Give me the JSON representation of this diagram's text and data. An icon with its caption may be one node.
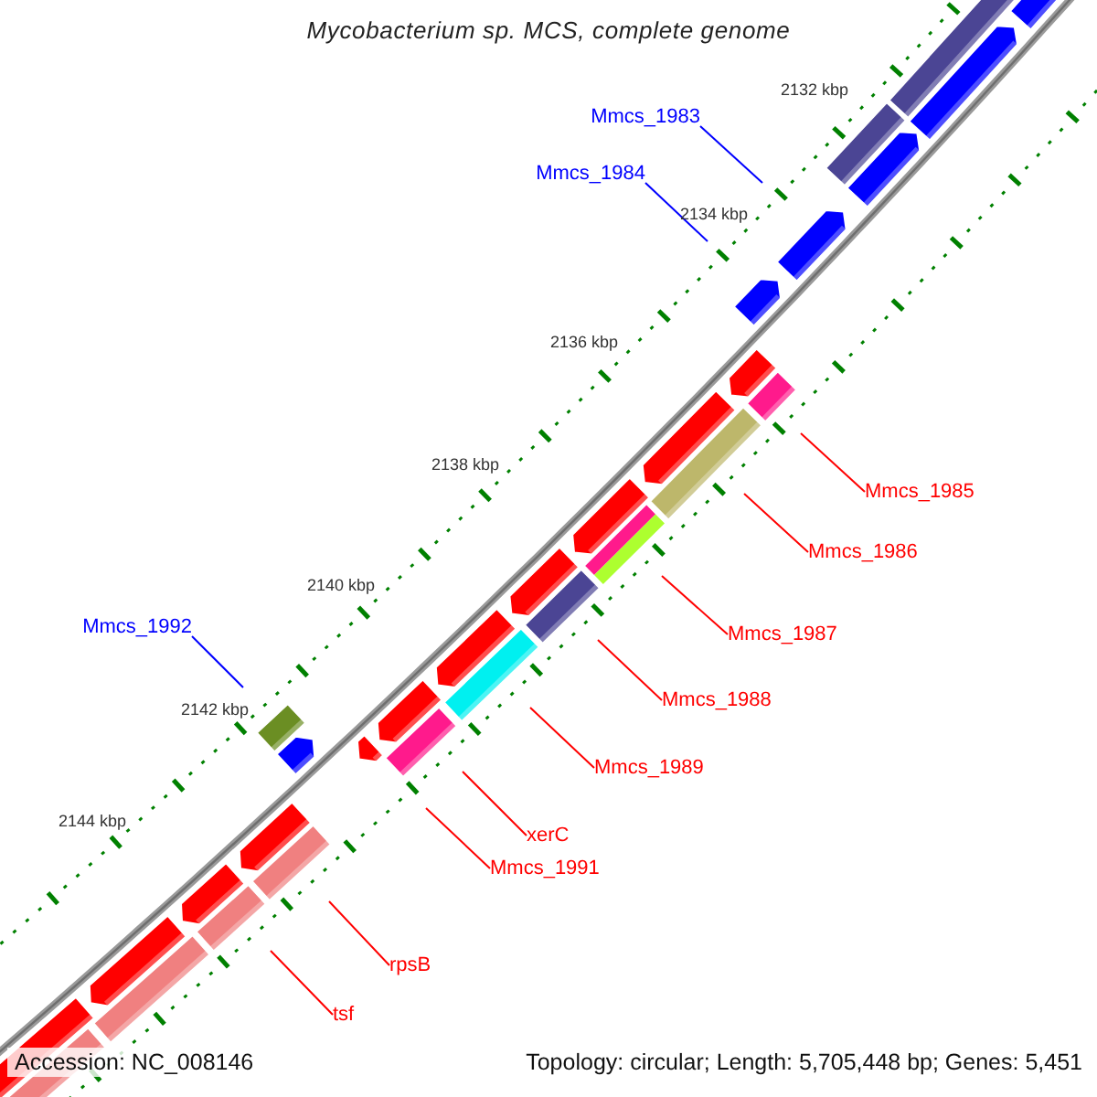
{
  "diagram": {
    "title": "Mycobacterium sp. MCS, complete genome",
    "nodes": [
      {
        "text": [
          "Mmcs_1983"
        ]
      },
      {
        "text": [
          "Mmcs_1984"
        ]
      },
      {
        "text": [
          "Mmcs_1985"
        ]
      },
      {
        "text": [
          "Mmcs_1986"
        ]
      },
      {
        "text": [
          "Mmcs_1992"
        ]
      },
      {
        "text": [
          "Mmcs_1987"
        ]
      },
      {
        "text": [
          "Mmcs_1988"
        ]
      },
      {
        "text": [
          "Mmcs_1989"
        ]
      },
      {
        "text": [
          "xerC"
        ]
      },
      {
        "text": [
          "Mmcs_1991"
        ]
      },
      {
        "text": [
          "rpsB"
        ]
      },
      {
        "text": [
          "tsf"
        ]
      }
    ],
    "edges": [
      {
        "from": 0,
        "to": null,
        "arrow": "none",
        "color": "#0000ff"
      },
      {
        "from": 1,
        "to": null,
        "arrow": "none",
        "color": "#0000ff"
      },
      {
        "from": 2,
        "to": null,
        "arrow": "none"
      },
      {
        "from": 3,
        "to": null,
        "arrow": "none"
      },
      {
        "from": 4,
        "to": null,
        "arrow": "none",
        "color": "#0000ff"
      },
      {
        "from": 5,
        "to": null,
        "arrow": "none"
      },
      {
        "from": 6,
        "to": null,
        "arrow": "none"
      },
      {
        "from": 7,
        "to": null,
        "arrow": "none"
      },
      {
        "from": 8,
        "to": null,
        "arrow": "none"
      },
      {
        "from": 9,
        "to": null,
        "arrow": "none"
      },
      {
        "from": 10,
        "to": null,
        "arrow": "none"
      },
      {
        "from": 11,
        "to": null,
        "arrow": "none"
      }
    ],
    "labels": [
      "2132 kbp",
      "2134 kbp",
      "2136 kbp",
      "2138 kbp",
      "2140 kbp",
      "2142 kbp",
      "2144 kbp",
      "Accession: NC_008146",
      "Topology: circular; Length: 5,705,448 bp; Genes: 5,451"
    ]
  }
}
